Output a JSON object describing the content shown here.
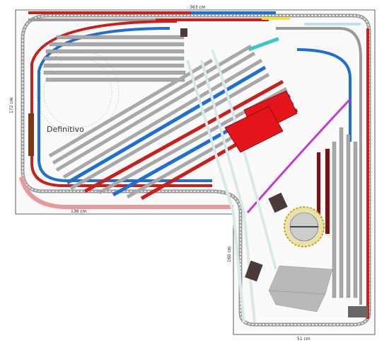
{
  "plan": {
    "title": "Definitivo",
    "dimensions": {
      "top": "363 cm",
      "left": "172 cm",
      "bottom": "136 cm",
      "right_lower": "160 cm",
      "bottom_lower": "51 cm"
    }
  },
  "colors": {
    "track_grey": "#8a8a8a",
    "track_blue": "#1f6fd0",
    "track_red": "#c8201c",
    "track_pink": "#e89a9a",
    "track_teal": "#3fc6c6",
    "track_yellow": "#f2e23a",
    "track_magenta": "#c23ad0",
    "track_darkred": "#7a1010",
    "building_red": "#e3141a",
    "board_outline": "#333333",
    "label_green": "#2b8a3a"
  }
}
